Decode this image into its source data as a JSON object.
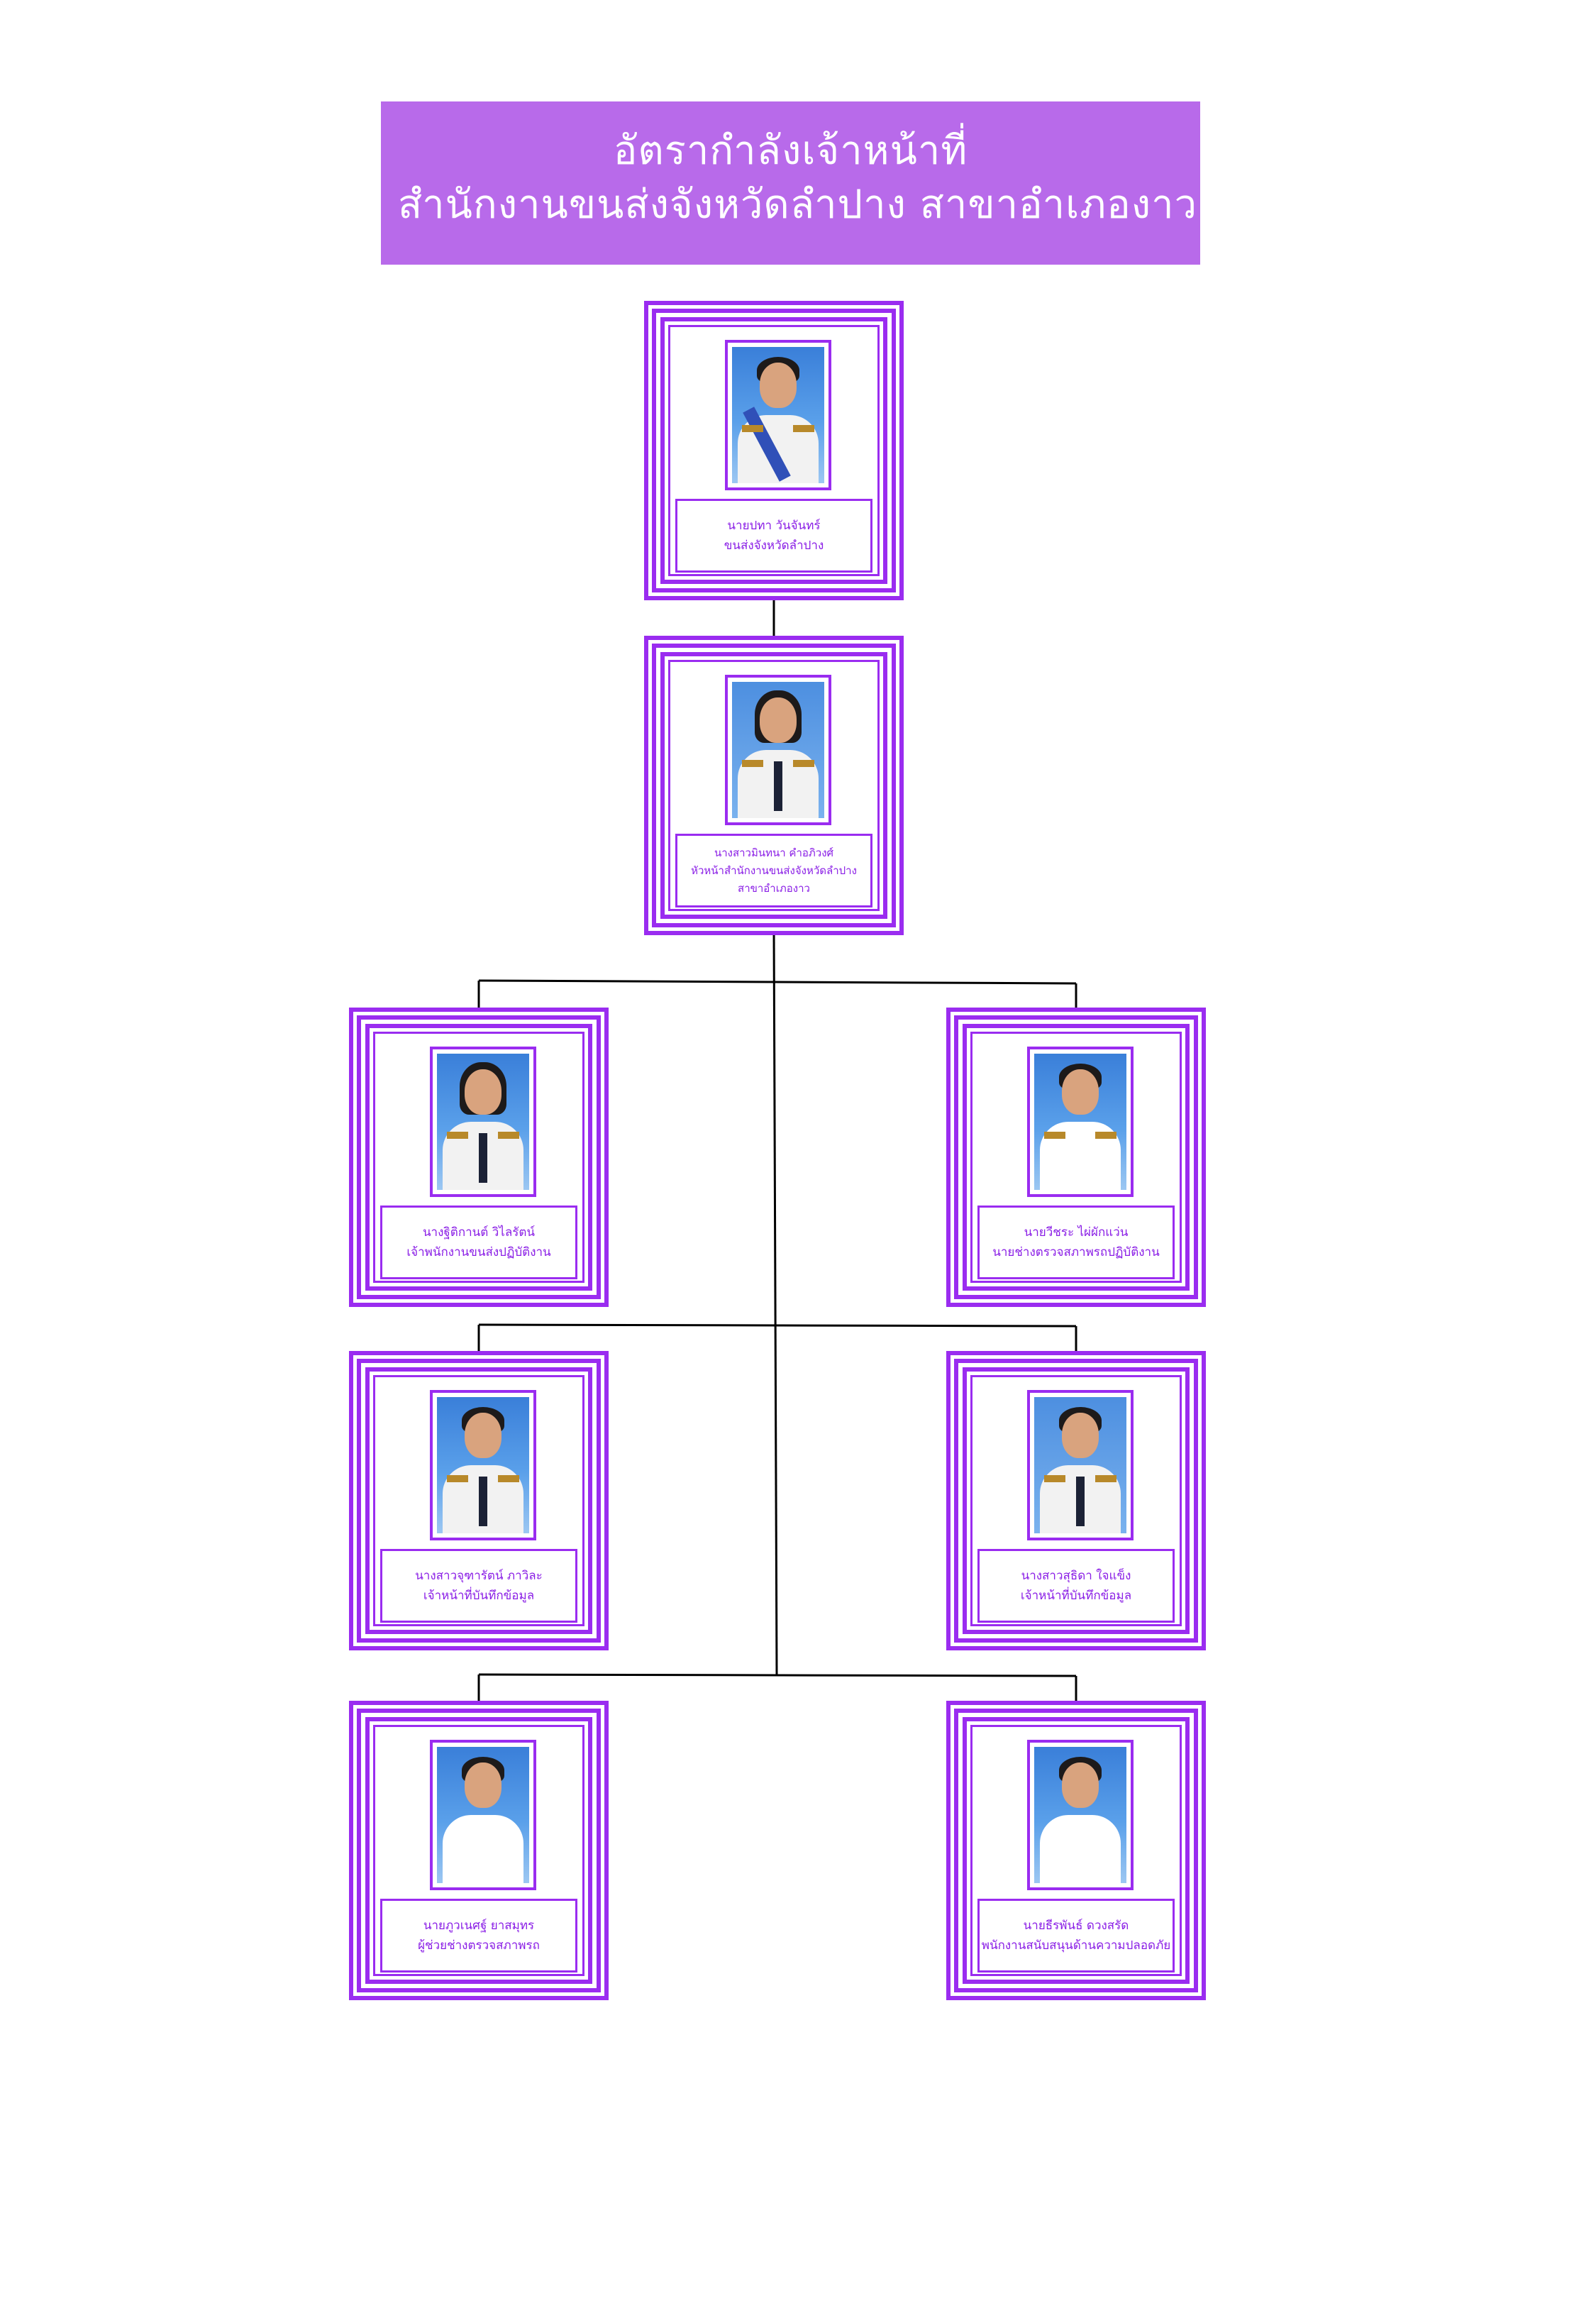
{
  "title": {
    "line1": "อัตรากำลังเจ้าหน้าที่",
    "line2": "สำนักงานขนส่งจังหวัดลำปาง สาขาอำเภองาว"
  },
  "colors": {
    "banner": "#b86aea",
    "frame": "#9a2cf0",
    "text": "#8a1ee6",
    "connector": "#000000"
  },
  "staff": [
    {
      "name": "นายปทา  วันจันทร์",
      "position": "ขนส่งจังหวัดลำปาง"
    },
    {
      "name": "นางสาวมินทนา คำอภิวงศ์",
      "position": "หัวหน้าสำนักงานขนส่งจังหวัดลำปาง",
      "position2": "สาขาอำเภองาว"
    },
    {
      "name": "นางฐิติกานต์  วิไลรัตน์",
      "position": "เจ้าพนักงานขนส่งปฏิบัติงาน"
    },
    {
      "name": "นายวีชระ  ไผ่ผักแว่น",
      "position": "นายช่างตรวจสภาพรถปฏิบัติงาน"
    },
    {
      "name": "นางสาวจุฑารัตน์  ภาวิละ",
      "position": "เจ้าหน้าที่บันทึกข้อมูล"
    },
    {
      "name": "นางสาวสุธิดา  ใจแข็ง",
      "position": "เจ้าหน้าที่บันทึกข้อมูล"
    },
    {
      "name": "นายภูวเนศฐ์ ยาสมุทร",
      "position": "ผู้ช่วยช่างตรวจสภาพรถ"
    },
    {
      "name": "นายธีรพันธ์  ดวงสรัด",
      "position": "พนักงานสนับสนุนด้านความปลอดภัย"
    }
  ]
}
